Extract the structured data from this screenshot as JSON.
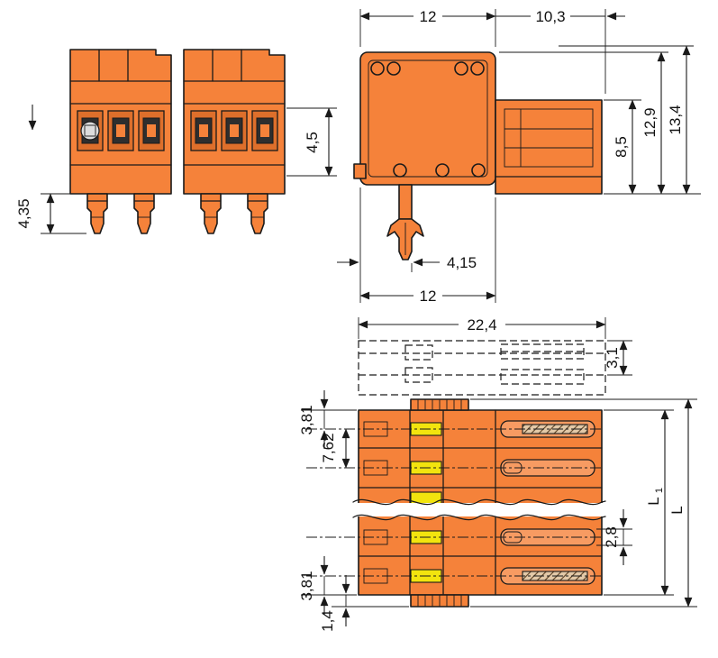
{
  "colors": {
    "background": "#FFFFFF",
    "line": "#1A1A1A",
    "body_orange": "#F5823A",
    "body_orange_dark": "#DE6F2B",
    "contact_yellow": "#F2E40E",
    "slot_light": "#F79B62",
    "hatch_tan": "#E3C9A8"
  },
  "views": {
    "front": {
      "dims": {
        "contact_zone_height": "4,5",
        "pin_length": "4,35"
      }
    },
    "side": {
      "dims": {
        "width_top": "12",
        "flange_width": "10,3",
        "flange_height": "8,5",
        "height_inner": "12,9",
        "height_total": "13,4",
        "latch_offset": "4,15",
        "width_bottom": "12"
      }
    },
    "plan": {
      "dims": {
        "overall_width": "22,4",
        "mating_strip_height": "3,1",
        "edge_to_first_center": "3,81",
        "pole_pitch": "7,62",
        "slot_height": "2,8",
        "last_center_to_edge": "3,81",
        "tab_height": "1,4",
        "length_l1_base": "L",
        "length_l1_sub": "1",
        "length_l": "L"
      }
    }
  }
}
